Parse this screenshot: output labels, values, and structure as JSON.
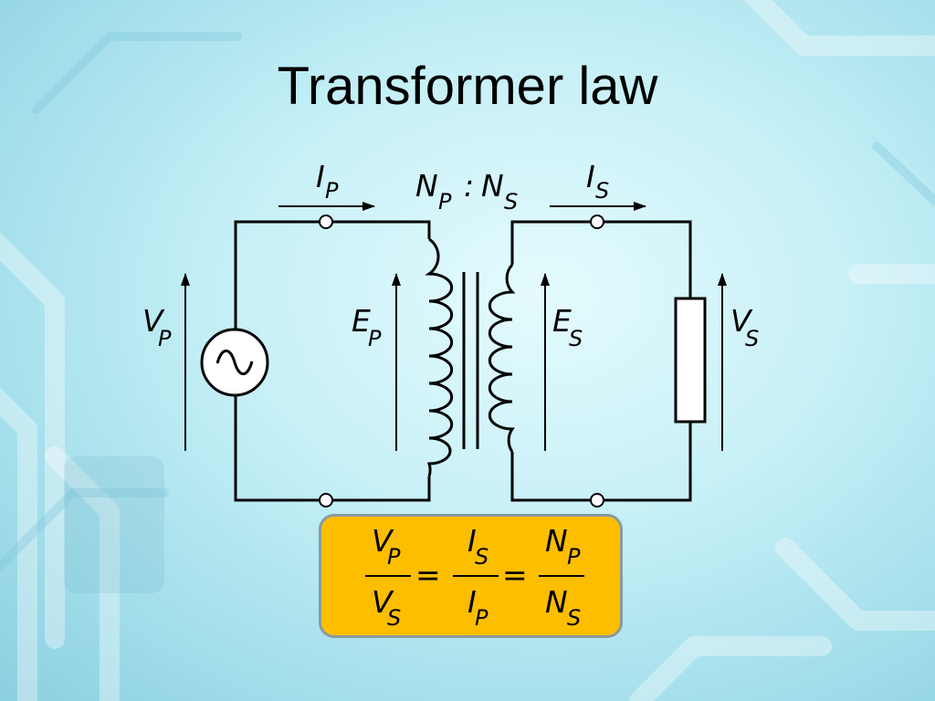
{
  "slide": {
    "title": "Transformer law"
  },
  "circuit": {
    "primary_current": {
      "symbol": "I",
      "sub": "P"
    },
    "secondary_current": {
      "symbol": "I",
      "sub": "S"
    },
    "turns_ratio": {
      "left": {
        "symbol": "N",
        "sub": "P"
      },
      "separator": ":",
      "right": {
        "symbol": "N",
        "sub": "S"
      }
    },
    "primary_voltage": {
      "symbol": "V",
      "sub": "P"
    },
    "secondary_voltage": {
      "symbol": "V",
      "sub": "S"
    },
    "primary_emf": {
      "symbol": "E",
      "sub": "P"
    },
    "secondary_emf": {
      "symbol": "E",
      "sub": "S"
    },
    "source_glyph": "∿"
  },
  "formula": {
    "equals": "=",
    "fractions": [
      {
        "num": {
          "symbol": "V",
          "sub": "P"
        },
        "den": {
          "symbol": "V",
          "sub": "S"
        }
      },
      {
        "num": {
          "symbol": "I",
          "sub": "S"
        },
        "den": {
          "symbol": "I",
          "sub": "P"
        }
      },
      {
        "num": {
          "symbol": "N",
          "sub": "P"
        },
        "den": {
          "symbol": "N",
          "sub": "S"
        }
      }
    ]
  },
  "colors": {
    "formula_box": "#fdbe00",
    "formula_box_border": "#8a9aa3",
    "background": "#c7f0f7"
  }
}
